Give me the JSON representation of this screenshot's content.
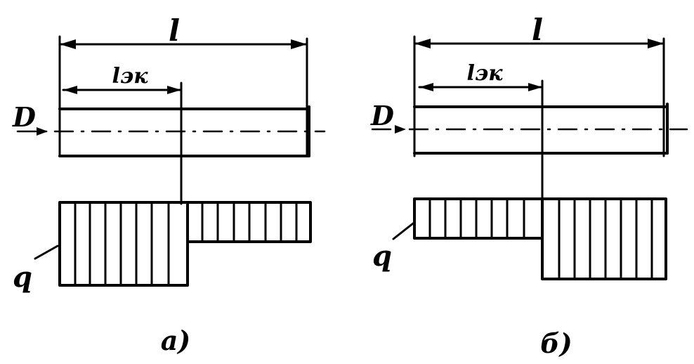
{
  "panels": [
    {
      "id": "a",
      "caption": "a)",
      "length_label": "l",
      "sub_length_label": "lэк",
      "diameter_label": "D",
      "load_label": "q",
      "load_profile": "high-then-low"
    },
    {
      "id": "b",
      "caption": "б)",
      "length_label": "l",
      "sub_length_label": "lэк",
      "diameter_label": "D",
      "load_label": "q",
      "load_profile": "low-then-high"
    }
  ]
}
